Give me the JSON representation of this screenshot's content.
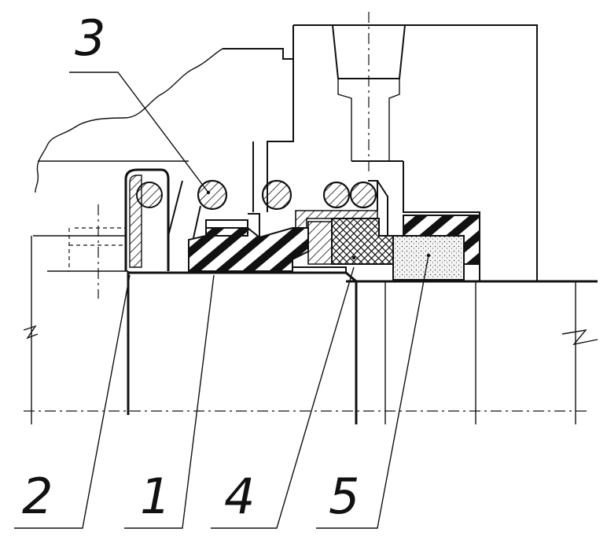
{
  "callouts": {
    "spring": "3",
    "elastomer_bellows": "1",
    "retainer": "2",
    "seat_ring": "4",
    "stationary_face": "5"
  },
  "colors": {
    "ink": "#111111",
    "paper": "#ffffff",
    "dense_fill": "#2a2a2a",
    "stipple": "#e8e8e8"
  }
}
